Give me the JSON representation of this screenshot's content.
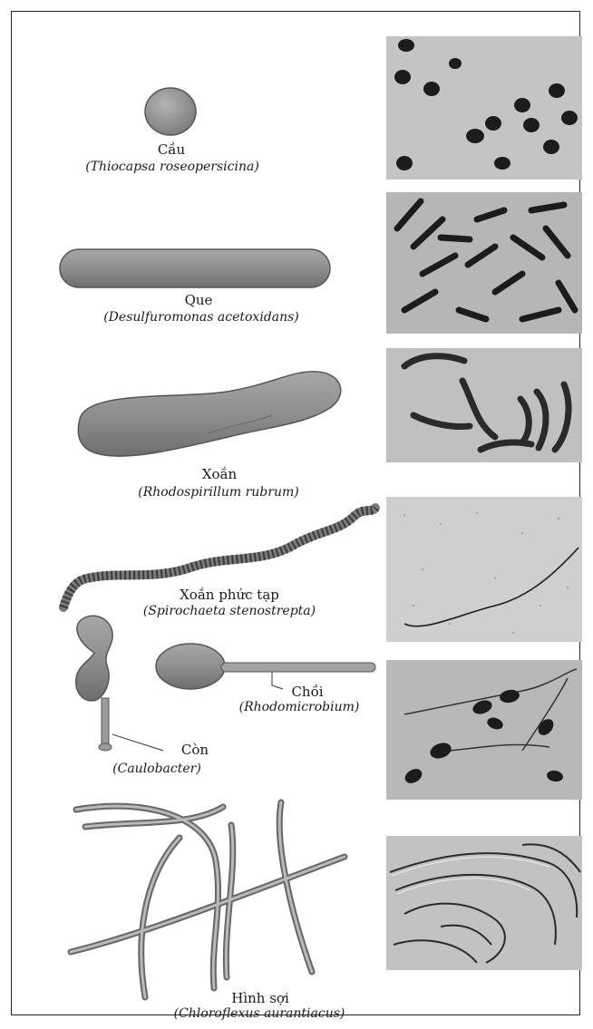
{
  "colors": {
    "cell_fill": "#8f8f8f",
    "cell_edge": "#555555",
    "photo_bg": "#bdbdbd",
    "photo_dark": "#1c1c1c",
    "border": "#222222"
  },
  "rows": [
    {
      "id": "cau",
      "common": "Cầu",
      "scientific": "(Thiocapsa roseopersicina)"
    },
    {
      "id": "que",
      "common": "Que",
      "scientific": "(Desulfuromonas acetoxidans)"
    },
    {
      "id": "xoan",
      "common": "Xoắn",
      "scientific": "(Rhodospirillum rubrum)"
    },
    {
      "id": "xoan-phuc-tap",
      "common": "Xoắn phức tạp",
      "scientific": "(Spirochaeta stenostrepta)"
    },
    {
      "id": "choi",
      "common": "Chồi",
      "scientific": "(Rhodomicrobium)"
    },
    {
      "id": "con",
      "common": "Còn",
      "scientific": "(Caulobacter)"
    },
    {
      "id": "hinh-soi",
      "common": "Hình sợi",
      "scientific": "(Chloroflexus aurantiacus)"
    }
  ]
}
